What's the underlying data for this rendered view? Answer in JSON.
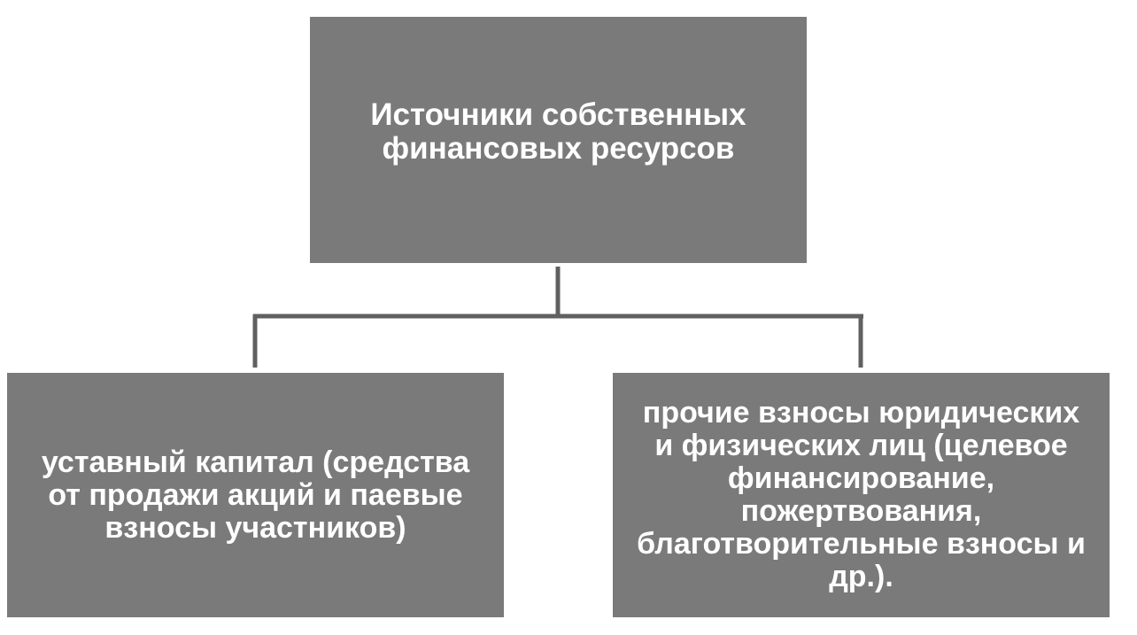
{
  "diagram": {
    "root": {
      "label": "Источники собственных\nфинансовых ресурсов"
    },
    "children": [
      {
        "label": "уставный капитал (средства\nот продажи акций и паевые\nвзносы участников)"
      },
      {
        "label": "прочие взносы юридических\nи физических лиц (целевое\nфинансирование,\nпожертвования,\nблаготворительные взносы и\nдр.)."
      }
    ]
  },
  "colors": {
    "node_fill": "#7a7a7a",
    "node_text": "#ffffff",
    "connector": "#606060",
    "background": "#ffffff"
  }
}
